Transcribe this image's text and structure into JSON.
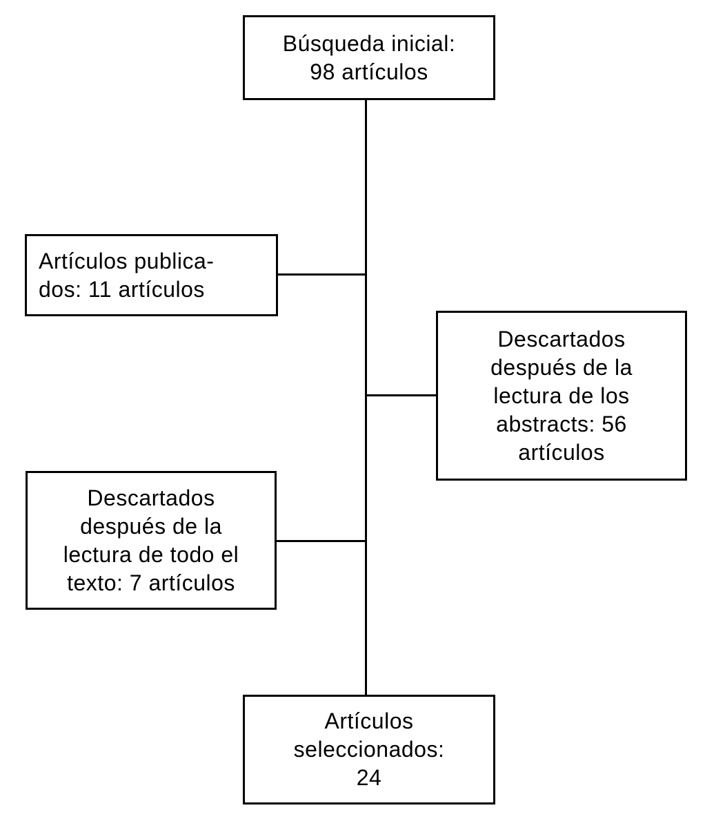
{
  "flowchart": {
    "kind": "article-selection-flow-diagram",
    "colors": {
      "background": "#ffffff",
      "line": "#000000",
      "text": "#000000"
    },
    "boxes": [
      {
        "id": "busqueda-inicial",
        "text": "Búsqueda inicial:\n98 artículos",
        "count": 98
      },
      {
        "id": "articulos-publicados",
        "text": "Artículos publica-\ndos: 11 artículos",
        "count": 11
      },
      {
        "id": "descartados-abstracts",
        "text": "Descartados\ndespués de la\nlectura de los\nabstracts: 56\nartículos",
        "count": 56
      },
      {
        "id": "descartados-texto-completo",
        "text": "Descartados\ndespués de la\nlectura de todo el\ntexto: 7 artículos",
        "count": 7
      },
      {
        "id": "articulos-seleccionados",
        "text": "Artículos\nseleccionados:\n24",
        "count": 24
      }
    ],
    "connections": [
      {
        "from": "busqueda-inicial",
        "to": "articulos-seleccionados",
        "shape": "vertical-trunk"
      },
      {
        "from": "trunk",
        "to": "articulos-publicados",
        "shape": "horizontal-left"
      },
      {
        "from": "trunk",
        "to": "descartados-abstracts",
        "shape": "horizontal-right"
      },
      {
        "from": "trunk",
        "to": "descartados-texto-completo",
        "shape": "horizontal-left"
      }
    ]
  }
}
